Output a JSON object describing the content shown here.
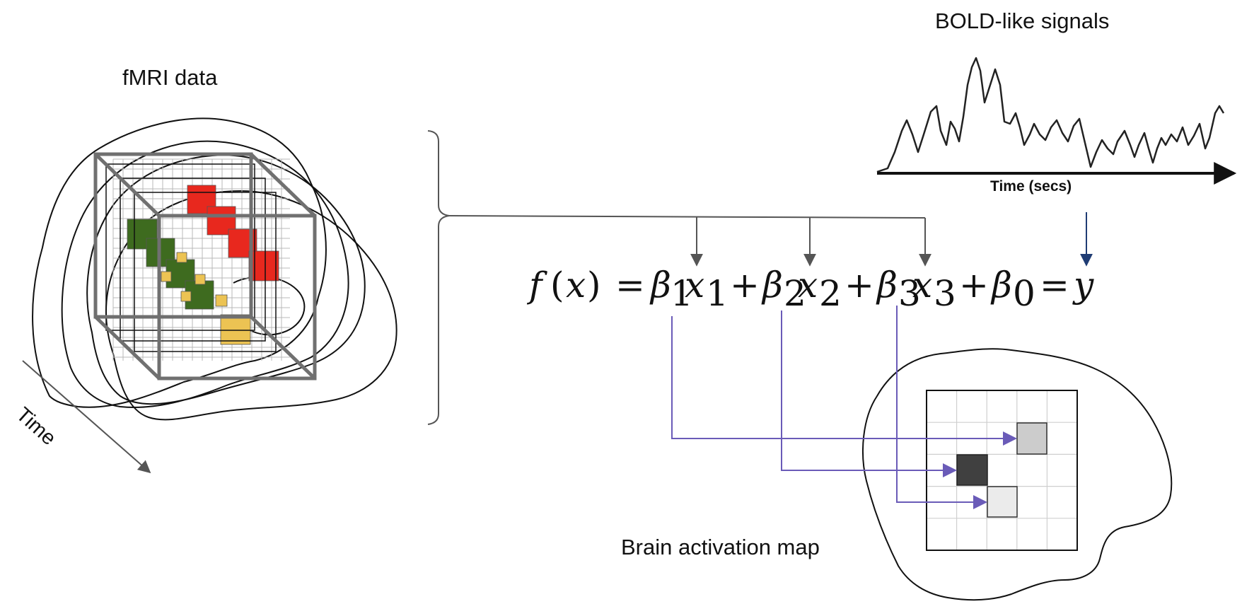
{
  "labels": {
    "fmri": "fMRI data",
    "bold": "BOLD-like signals",
    "time_axis": "Time (secs)",
    "time_arrow": "Time",
    "activation_map": "Brain activation map"
  },
  "equation": {
    "f": "f",
    "open": "(",
    "x": "x",
    "close": ")",
    "eq": "=",
    "beta": "β",
    "plus": "+",
    "sub1": "1",
    "sub2": "2",
    "sub3": "3",
    "sub0": "0",
    "y": "y"
  },
  "colors": {
    "red": "#e8281e",
    "green": "#3e6b1f",
    "yellow": "#ecc353",
    "purple": "#6a5bb8",
    "navy": "#1f3c74",
    "gray_line": "#555555",
    "cube": "#707070",
    "act_light": "#cccccc",
    "act_dark": "#404040",
    "act_pale": "#ebebeb"
  }
}
